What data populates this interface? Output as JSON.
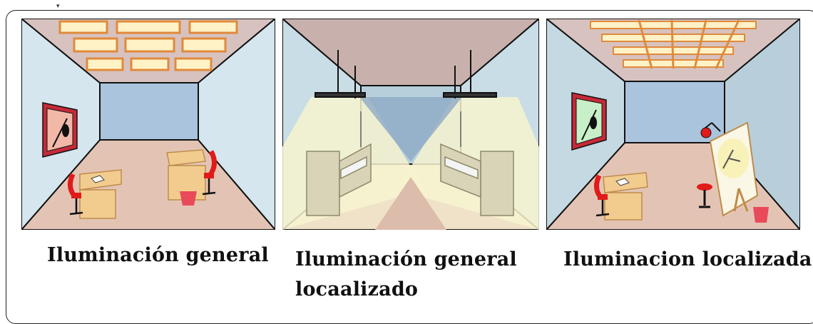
{
  "captions": {
    "general": "Iluminación general",
    "general_localizado_line1": "Iluminación general",
    "general_localizado_line2": "locaalizado",
    "localizada": "Iluminacion localizada"
  },
  "colors": {
    "outline": "#111111",
    "floor": "#e3c4b4",
    "room_wall": "#d5e6ee",
    "back_wall": "#a9c4dc",
    "ceiling": "#d7c2bf",
    "light_panel": "#fff2c6",
    "light_border": "#e08a3b",
    "desk": "#f2cc8f",
    "chair": "#e11b1b",
    "picture_frame": "#c52a38"
  }
}
